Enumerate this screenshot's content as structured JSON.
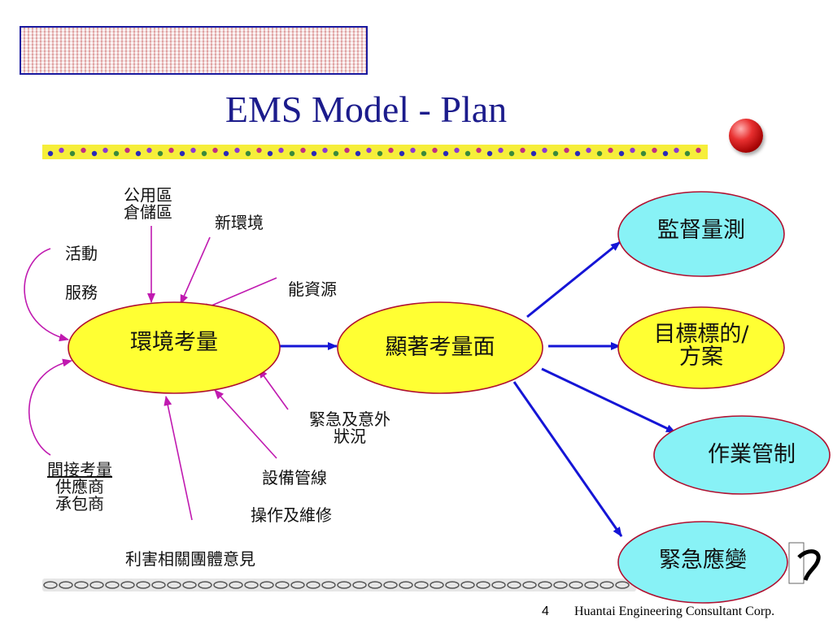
{
  "slide": {
    "title": "EMS Model - Plan",
    "page_number": "4",
    "company": "Huantai Engineering Consultant Corp."
  },
  "nodes": {
    "consider": "環境考量",
    "significant": "顯著考量面",
    "monitor": "監督量測",
    "objectives": [
      "目標標的/",
      "方案"
    ],
    "operation": "作業管制",
    "emergency": "緊急應變"
  },
  "inputs": {
    "public_area": [
      "公用區",
      "倉儲區"
    ],
    "new_environment": "新環境",
    "energy": "能資源",
    "activities": "活動",
    "services": "服務",
    "emergency_accident": [
      "緊急及意外",
      "狀況"
    ],
    "equipment": "設備管線",
    "operation_maintenance": "操作及維修",
    "stakeholder": "利害相關團體意見",
    "indirect": "間接考量",
    "supplier": "供應商",
    "contractor": "承包商"
  },
  "colors": {
    "title": "#1c1c8c",
    "yellow_node": "#ffff33",
    "cyan_node": "#88f2f6",
    "node_border": "#b01030",
    "blue_arrow": "#1515d6",
    "magenta_arrow": "#c01ab0"
  }
}
